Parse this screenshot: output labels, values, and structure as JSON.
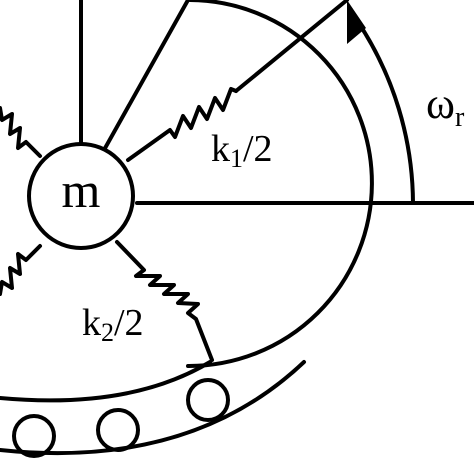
{
  "diagram": {
    "colors": {
      "stroke": "#000000",
      "background": "#ffffff"
    },
    "mass_label": "m",
    "spring_upper_label": {
      "k": "k",
      "sub": "1",
      "rest": "/2"
    },
    "spring_lower_label": {
      "k": "k",
      "sub": "2",
      "rest": "/2"
    },
    "omega_label": {
      "symbol": "ω",
      "sub": "r"
    }
  }
}
